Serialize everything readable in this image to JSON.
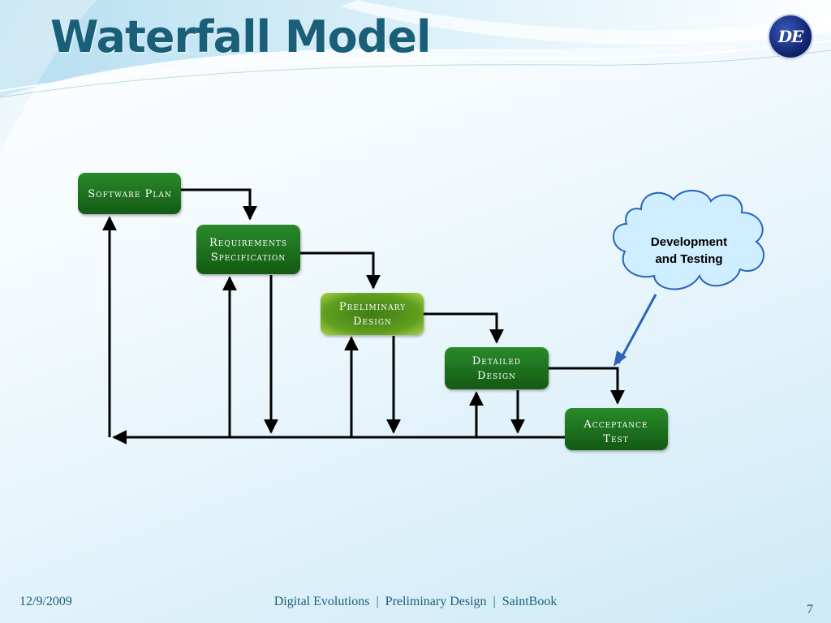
{
  "slide": {
    "title": "Waterfall Model",
    "logo_text": "DE",
    "colors": {
      "title": "#1a5f78",
      "box": "#1f6f1f",
      "box_highlight": "#7cb82a",
      "cloud_fill": "#cfeeff",
      "cloud_stroke": "#2a63b8",
      "arrow": "#000000"
    }
  },
  "diagram": {
    "boxes": [
      {
        "id": "software-plan",
        "lines": [
          "Software Plan"
        ]
      },
      {
        "id": "requirements-specification",
        "lines": [
          "Requirements",
          "Specification"
        ]
      },
      {
        "id": "preliminary-design",
        "lines": [
          "Preliminary",
          "Design"
        ],
        "highlighted": true
      },
      {
        "id": "detailed-design",
        "lines": [
          "Detailed",
          "Design"
        ]
      },
      {
        "id": "acceptance-test",
        "lines": [
          "Acceptance",
          "Test"
        ]
      }
    ],
    "callout": {
      "lines": [
        "Development",
        "and Testing"
      ]
    }
  },
  "footer": {
    "date": "12/9/2009",
    "org": "Digital Evolutions",
    "section": "Preliminary Design",
    "product": "SaintBook",
    "separator": "|",
    "page_number": "7"
  }
}
